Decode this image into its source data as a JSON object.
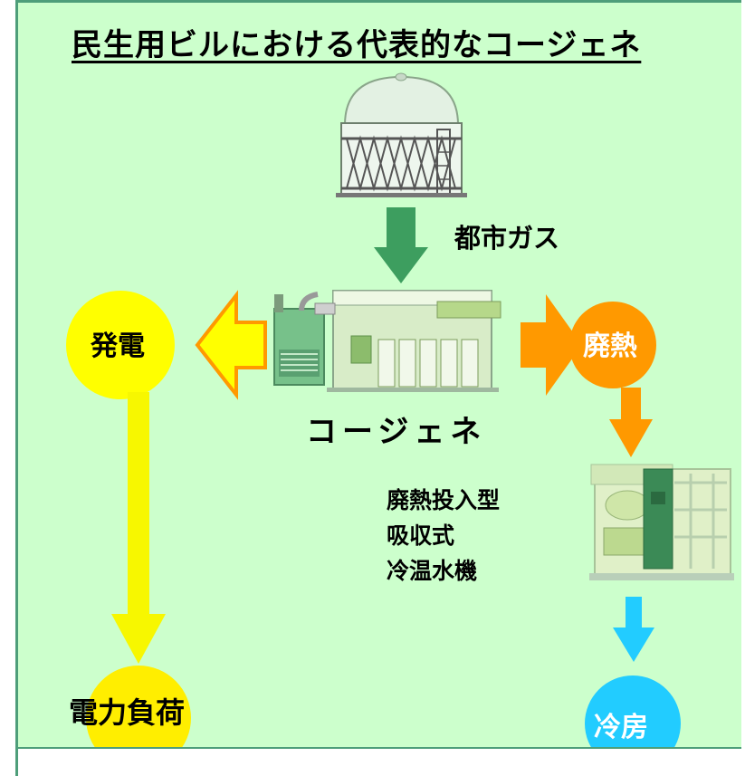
{
  "title": "民生用ビルにおける代表的なコージェネ",
  "labels": {
    "city_gas": "都市ガス",
    "cogeneration": "コージェネ",
    "power_generation": "発電",
    "waste_heat": "廃熱",
    "power_load": "電力負荷",
    "cooling": "冷房"
  },
  "chiller_label": [
    "廃熱投入型",
    "吸収式",
    "冷温水機"
  ],
  "colors": {
    "background": "#ccffcc",
    "border": "#4e9e7a",
    "power": "#ffff00",
    "power_arrow": "#f7f700",
    "heat": "#ff9900",
    "gas_arrow": "#3d9e5f",
    "cooling": "#22ccff",
    "nav_triangle": "#4a6fb5"
  },
  "icons": [
    "gas-holder-icon",
    "cogeneration-unit-icon",
    "absorption-chiller-icon"
  ]
}
